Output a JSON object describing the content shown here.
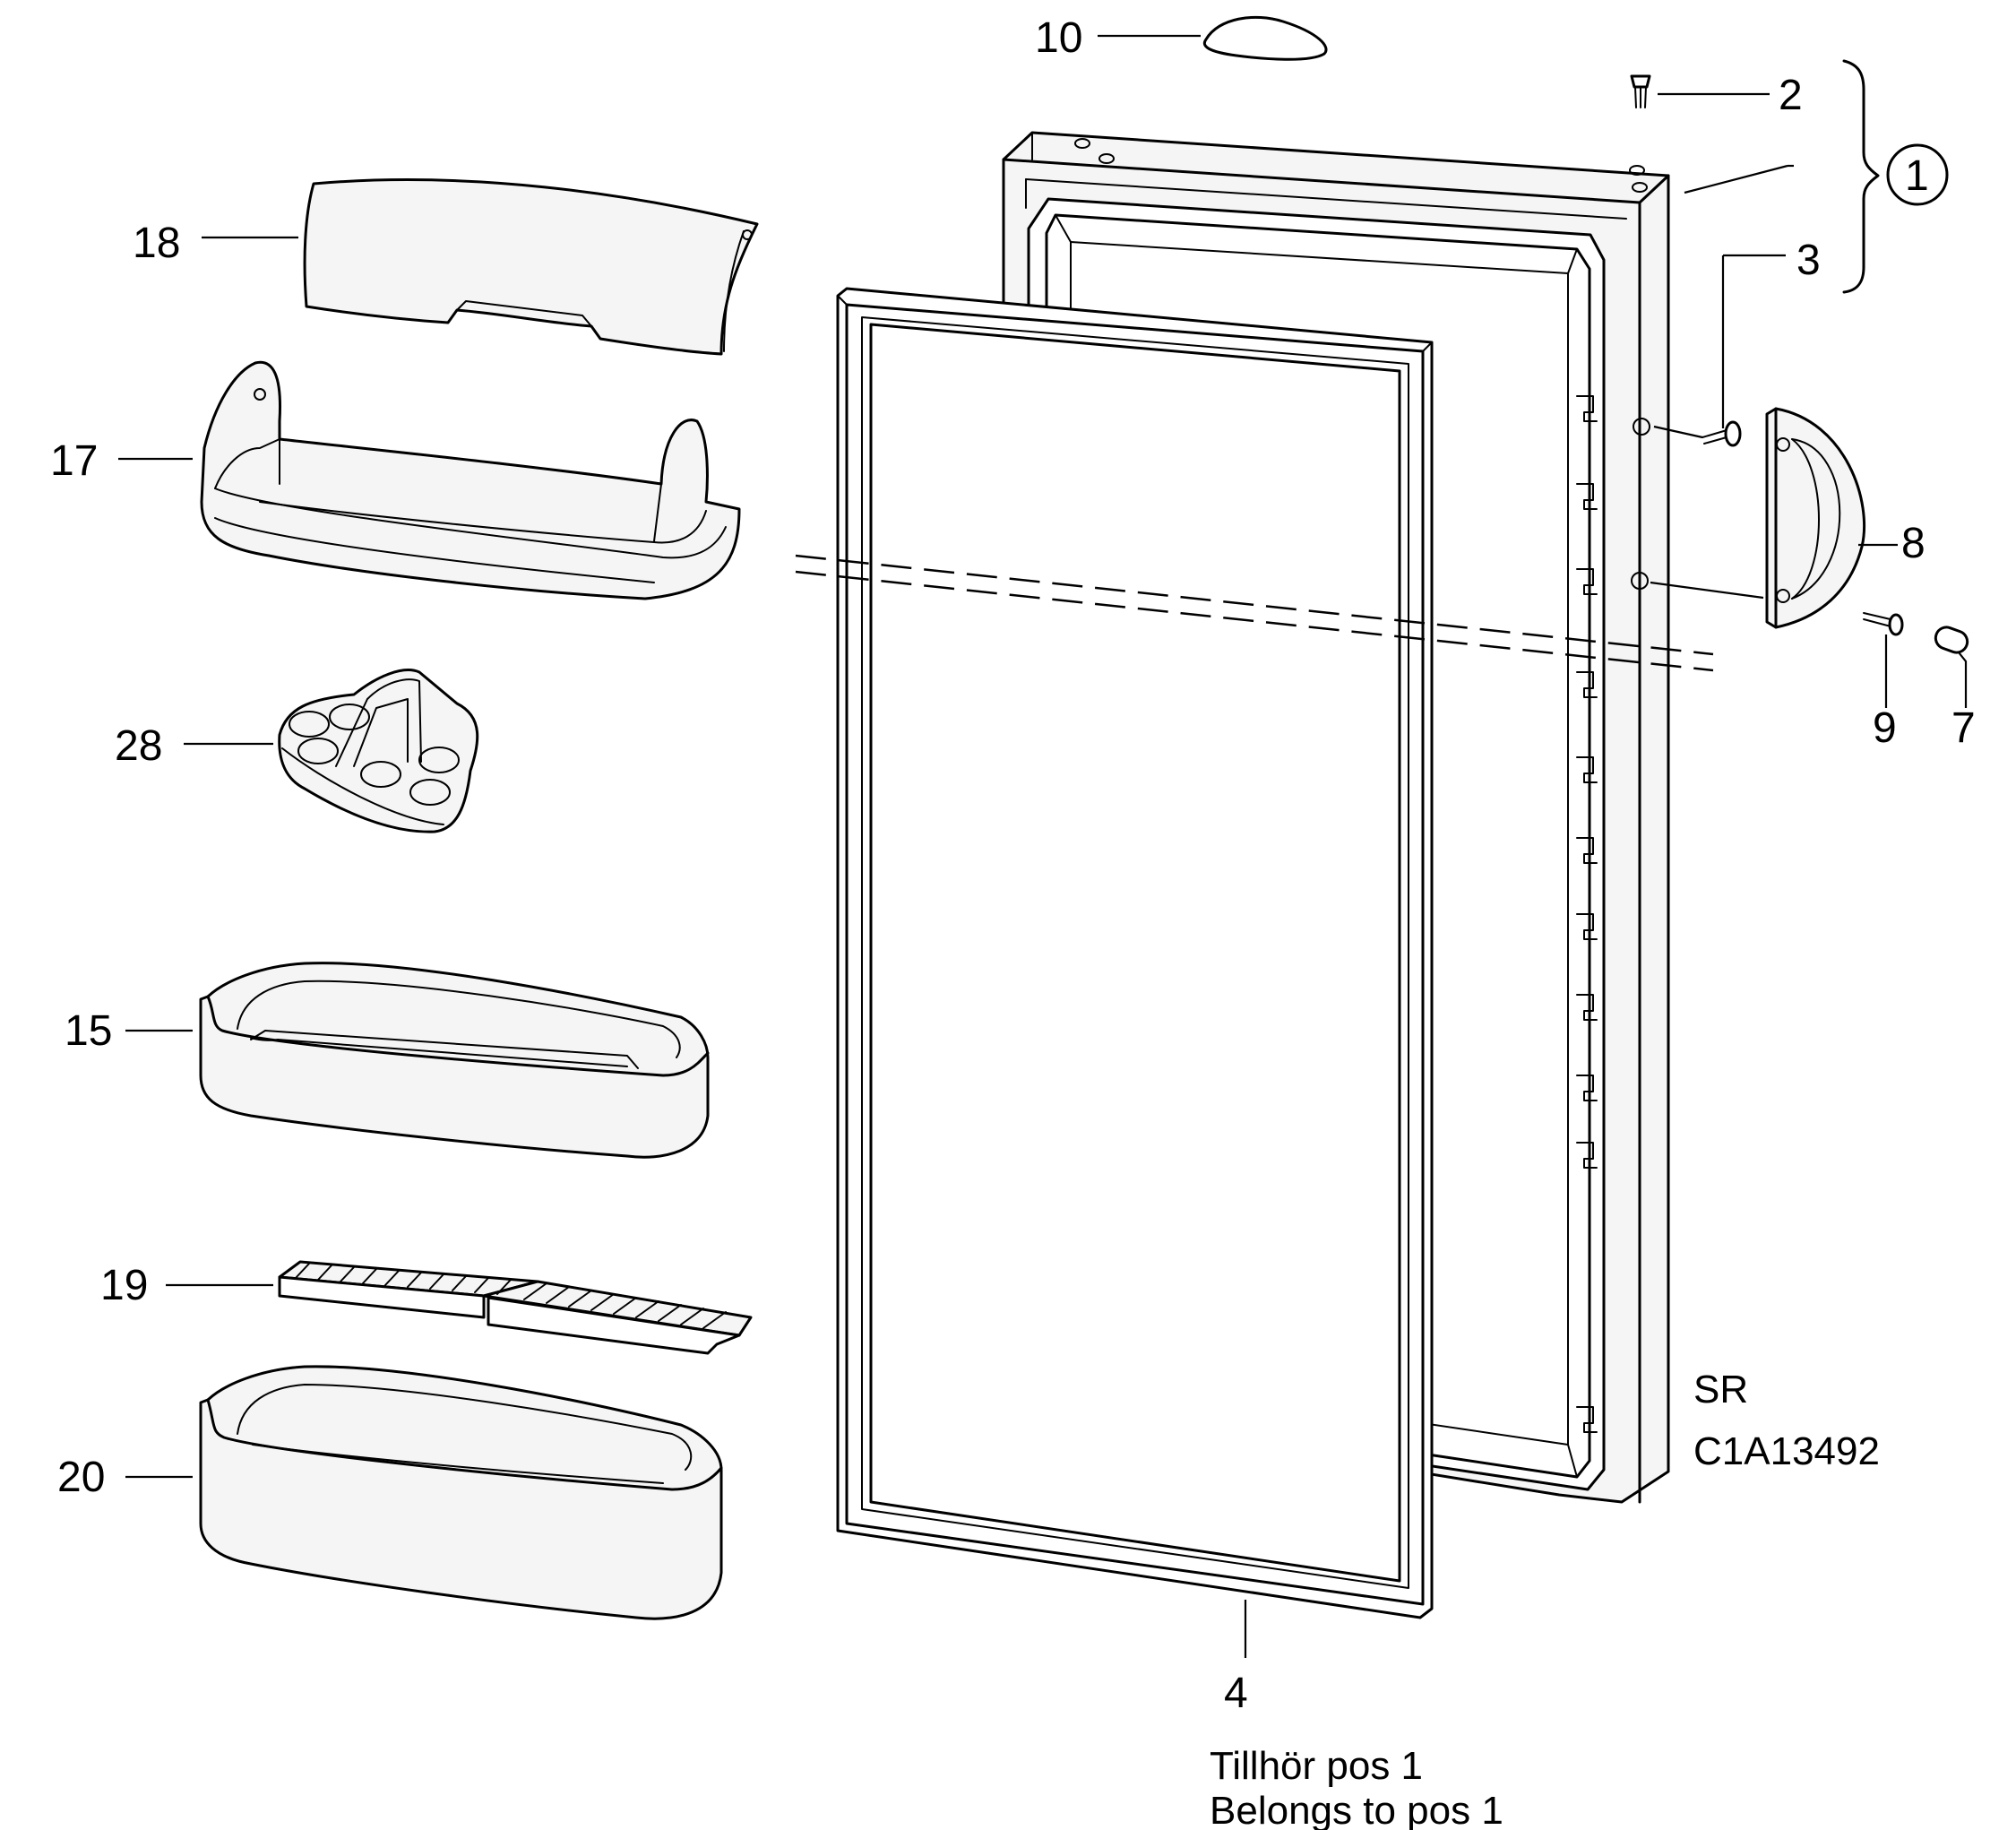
{
  "callouts": {
    "p1": "1",
    "p2": "2",
    "p3": "3",
    "p4": "4",
    "p7": "7",
    "p8": "8",
    "p9": "9",
    "p10": "10",
    "p15": "15",
    "p17": "17",
    "p18": "18",
    "p19": "19",
    "p20": "20",
    "p28": "28"
  },
  "drawing_code": {
    "line1": "SR",
    "line2": "C1A13492"
  },
  "note": {
    "swedish": "Tillhör pos 1",
    "english": "Belongs to pos 1"
  }
}
